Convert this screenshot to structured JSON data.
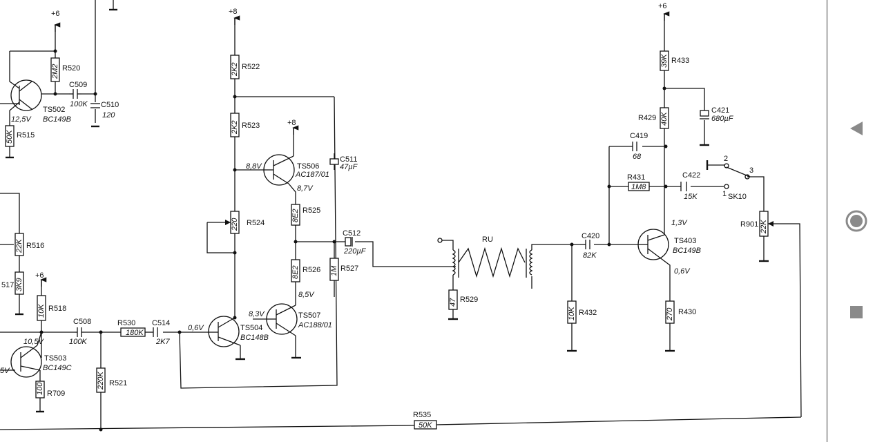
{
  "supplies": [
    "+6",
    "+8",
    "+8",
    "+6",
    "+6"
  ],
  "resistors": [
    {
      "ref": "R520",
      "value": "2M2"
    },
    {
      "ref": "R515",
      "value": "50K"
    },
    {
      "ref": "R516",
      "value": "22K"
    },
    {
      "ref": "517",
      "value": "3K9"
    },
    {
      "ref": "R518",
      "value": "10K"
    },
    {
      "ref": "R709",
      "value": "100"
    },
    {
      "ref": "R521",
      "value": "220K"
    },
    {
      "ref": "R530",
      "value": "180K"
    },
    {
      "ref": "R522",
      "value": "2K2"
    },
    {
      "ref": "R523",
      "value": "2K2"
    },
    {
      "ref": "R524",
      "value": "220"
    },
    {
      "ref": "R525",
      "value": "8E2"
    },
    {
      "ref": "R526",
      "value": "8E2"
    },
    {
      "ref": "R527",
      "value": "1M"
    },
    {
      "ref": "R529",
      "value": "47"
    },
    {
      "ref": "R432",
      "value": "10K"
    },
    {
      "ref": "R433",
      "value": "39K"
    },
    {
      "ref": "R429",
      "value": "40K"
    },
    {
      "ref": "R431",
      "value": "1M8"
    },
    {
      "ref": "R430",
      "value": "270"
    },
    {
      "ref": "R901",
      "value": "22K"
    },
    {
      "ref": "R535",
      "value": "50K"
    }
  ],
  "capacitors": [
    {
      "ref": "C509",
      "value": "100K"
    },
    {
      "ref": "C510",
      "value": "120"
    },
    {
      "ref": "C508",
      "value": "100K"
    },
    {
      "ref": "C514",
      "value": "2K7"
    },
    {
      "ref": "C511",
      "value": "47µF"
    },
    {
      "ref": "C512",
      "value": "220µF"
    },
    {
      "ref": "C420",
      "value": "82K"
    },
    {
      "ref": "C419",
      "value": "68"
    },
    {
      "ref": "C422",
      "value": "15K"
    },
    {
      "ref": "C421",
      "value": "680µF"
    }
  ],
  "transistors": [
    {
      "ref": "TS502",
      "type": "BC149B"
    },
    {
      "ref": "TS503",
      "type": "BC149C"
    },
    {
      "ref": "TS504",
      "type": "BC148B"
    },
    {
      "ref": "TS506",
      "type": "AC187/01"
    },
    {
      "ref": "TS507",
      "type": "AC188/01"
    },
    {
      "ref": "TS403",
      "type": "BC149B"
    }
  ],
  "voltages": [
    "12,5V",
    "10,5V",
    "5V",
    "0,6V",
    "8,8V",
    "8,7V",
    "8,3V",
    "8,5V",
    "1,3V",
    "0,6V"
  ],
  "inductor_label": "RU",
  "switch": {
    "ref": "SK10",
    "pins": [
      "2",
      "3",
      "1"
    ]
  },
  "nav": {
    "back_icon": "triangle-left",
    "home_icon": "circle",
    "recents_icon": "square",
    "icon_color": "#8a8a8a"
  }
}
